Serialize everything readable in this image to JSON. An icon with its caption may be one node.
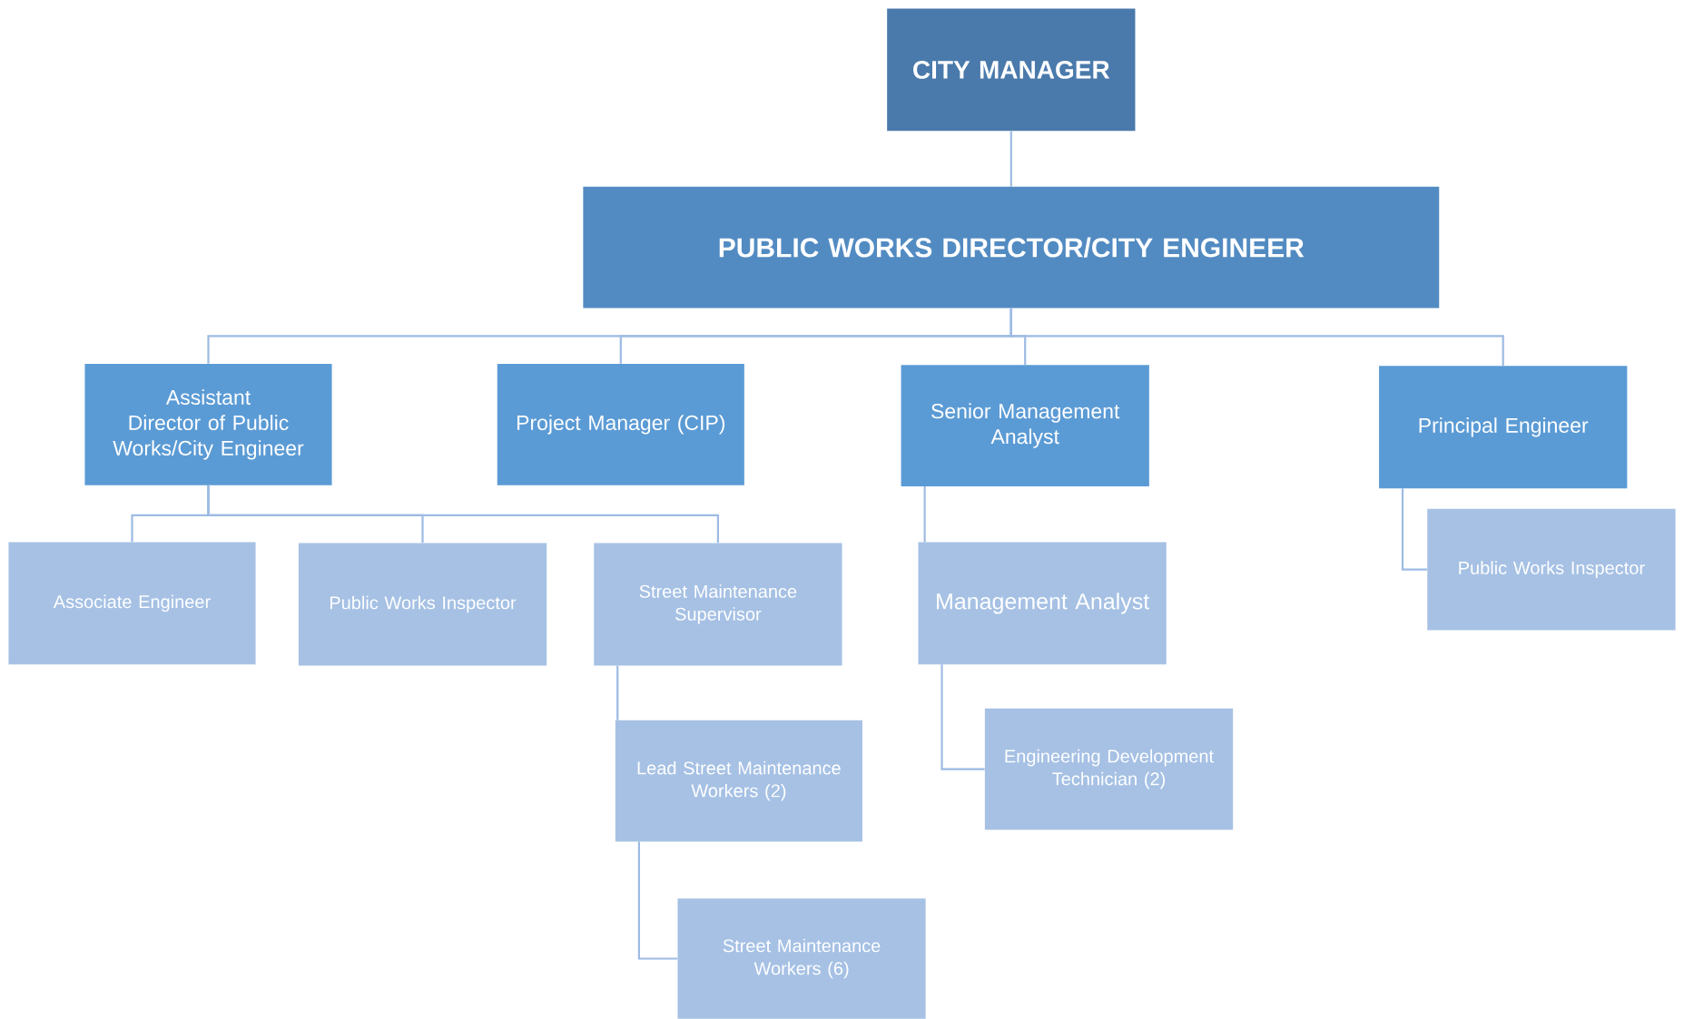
{
  "diagram": {
    "nodes": [
      {
        "text": [
          "CITY MANAGER"
        ]
      },
      {
        "text": [
          "PUBLIC WORKS DIRECTOR/CITY ENGINEER"
        ]
      },
      {
        "text": [
          "Assistant Director of Public Works/City Engineer"
        ]
      },
      {
        "text": [
          "Project Manager (CIP)"
        ]
      },
      {
        "text": [
          "Senior Management Analyst"
        ]
      },
      {
        "text": [
          "Principal Engineer"
        ]
      },
      {
        "text": [
          "Associate Engineer"
        ]
      },
      {
        "text": [
          "Public Works Inspector"
        ]
      },
      {
        "text": [
          "Street Maintenance Supervisor"
        ]
      },
      {
        "text": [
          "Management Analyst"
        ]
      },
      {
        "text": [
          "Public Works Inspector"
        ]
      },
      {
        "text": [
          "Lead Street Maintenance Workers (2)"
        ]
      },
      {
        "text": [
          "Engineering Development Technician (2)"
        ]
      },
      {
        "text": [
          "Street Maintenance Workers (6)"
        ]
      }
    ],
    "edges": [
      {
        "from": 0,
        "to": 1,
        "arrow": "none"
      },
      {
        "from": 1,
        "to": 2,
        "arrow": "none"
      },
      {
        "from": 1,
        "to": 3,
        "arrow": "none"
      },
      {
        "from": 1,
        "to": 4,
        "arrow": "none"
      },
      {
        "from": 1,
        "to": 5,
        "arrow": "none"
      },
      {
        "from": 2,
        "to": 6,
        "arrow": "none"
      },
      {
        "from": 2,
        "to": 7,
        "arrow": "none"
      },
      {
        "from": 2,
        "to": 8,
        "arrow": "none"
      },
      {
        "from": 8,
        "to": 11,
        "arrow": "none"
      },
      {
        "from": 11,
        "to": 13,
        "arrow": "none"
      },
      {
        "from": 4,
        "to": 9,
        "arrow": "none"
      },
      {
        "from": 9,
        "to": 12,
        "arrow": "none"
      },
      {
        "from": 5,
        "to": 10,
        "arrow": "none"
      }
    ]
  }
}
